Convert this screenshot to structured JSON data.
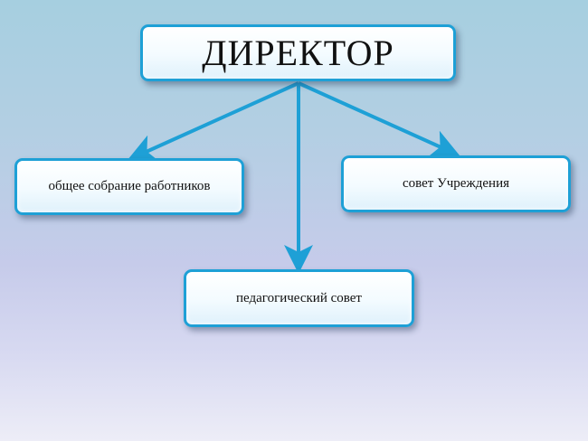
{
  "diagram": {
    "root": {
      "label": "ДИРЕКТОР"
    },
    "children": [
      {
        "id": "general",
        "label": "общее собрание работников"
      },
      {
        "id": "council",
        "label": "совет Учреждения"
      },
      {
        "id": "pedagogical",
        "label": "педагогический совет"
      }
    ],
    "colors": {
      "arrow": "#1ea0d6",
      "box_border": "#1ea0d6",
      "box_fill": "#ffffff"
    }
  }
}
